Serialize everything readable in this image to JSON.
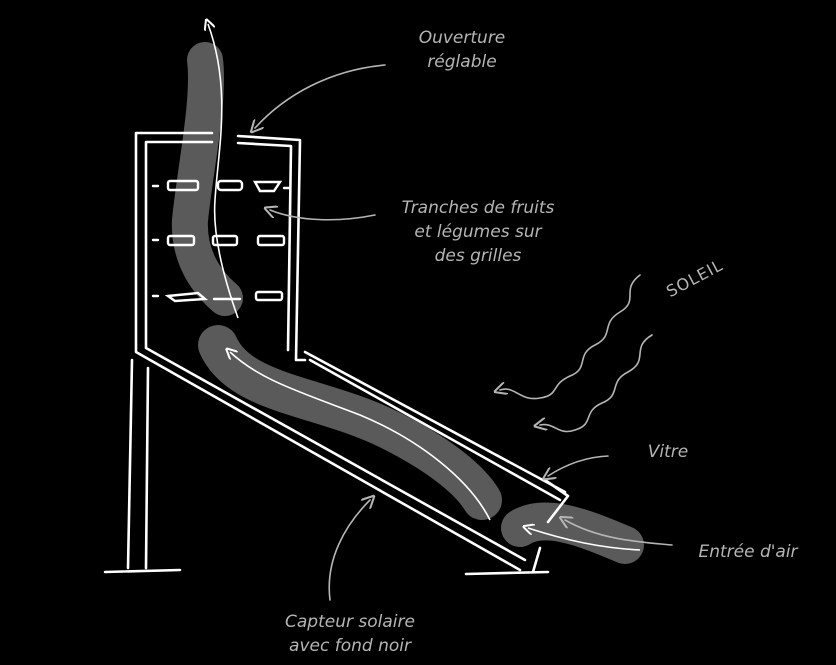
{
  "labels": {
    "ouverture": "Ouverture\nréglable",
    "tranches": "Tranches de fruits\net légumes sur\ndes grilles",
    "soleil": "SOLEIL",
    "vitre": "Vitre",
    "entree": "Entrée d'air",
    "capteur": "Capteur solaire\navec fond noir"
  },
  "colors": {
    "background": "#000000",
    "structure": "#ffffff",
    "airflow": "#5a5a5a",
    "annotation": "#b5b5b5"
  }
}
